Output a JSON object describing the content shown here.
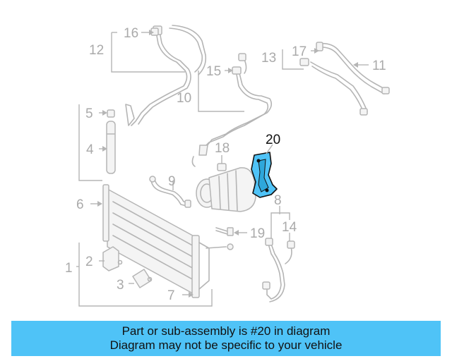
{
  "diagram": {
    "callouts": {
      "c1": "1",
      "c2": "2",
      "c3": "3",
      "c4": "4",
      "c5": "5",
      "c6": "6",
      "c7": "7",
      "c8": "8",
      "c9": "9",
      "c10": "10",
      "c11": "11",
      "c12": "12",
      "c13": "13",
      "c14": "14",
      "c15": "15",
      "c16": "16",
      "c17": "17",
      "c18": "18",
      "c19": "19",
      "c20": "20"
    },
    "highlighted_part": "20",
    "highlight_color": "#4fc3f7",
    "part_color": "#b5b5b5"
  },
  "banner": {
    "line1": "Part or sub-assembly is #20 in diagram",
    "line2": "Diagram may not be specific to your vehicle",
    "background": "#4fc3f7"
  }
}
